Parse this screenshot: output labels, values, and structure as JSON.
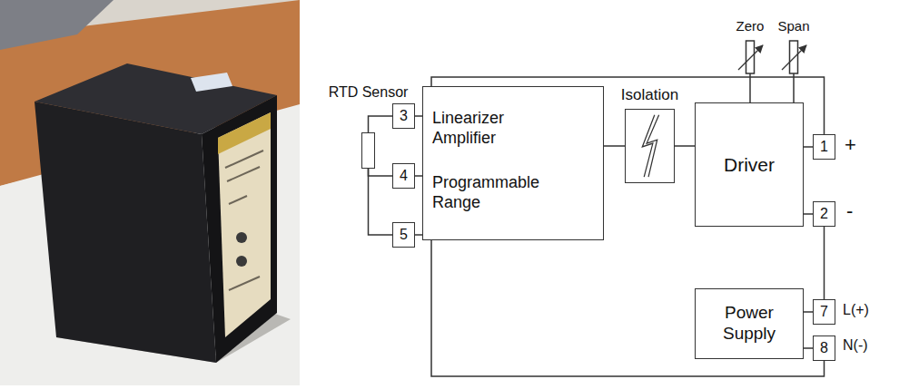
{
  "diagram": {
    "nodes": [
      {
        "text": [
          "RTD Sensor"
        ]
      },
      {
        "text": [
          "3"
        ]
      },
      {
        "text": [
          "4"
        ]
      },
      {
        "text": [
          "5"
        ]
      },
      {
        "text": [
          "Linearizer Amplifier",
          "Programmable Range"
        ]
      },
      {
        "text": [
          "Isolation"
        ]
      },
      {
        "text": [
          "Driver"
        ]
      },
      {
        "text": [
          "1"
        ]
      },
      {
        "text": [
          "2"
        ]
      },
      {
        "text": [
          "Power Supply"
        ]
      },
      {
        "text": [
          "7"
        ]
      },
      {
        "text": [
          "8"
        ]
      }
    ],
    "edges": [
      {
        "from": 0,
        "to": 1,
        "arrow": "none"
      },
      {
        "from": 0,
        "to": 2,
        "arrow": "none"
      },
      {
        "from": 0,
        "to": 3,
        "arrow": "none"
      },
      {
        "from": 1,
        "to": 4,
        "arrow": "none"
      },
      {
        "from": 2,
        "to": 4,
        "arrow": "none"
      },
      {
        "from": 3,
        "to": 4,
        "arrow": "none"
      },
      {
        "from": 4,
        "to": 5,
        "arrow": "none"
      },
      {
        "from": 5,
        "to": 6,
        "arrow": "none"
      },
      {
        "from": 6,
        "to": 7,
        "arrow": "none"
      },
      {
        "from": 6,
        "to": 8,
        "arrow": "none"
      },
      {
        "from": 4,
        "to": 7,
        "arrow": "none"
      },
      {
        "from": 8,
        "to": 10,
        "arrow": "none"
      },
      {
        "from": 11,
        "to": 4,
        "arrow": "none"
      },
      {
        "from": 9,
        "to": 10,
        "arrow": "none"
      },
      {
        "from": 9,
        "to": 11,
        "arrow": "none"
      }
    ],
    "labels": [
      "Zero",
      "Span",
      "+",
      "-",
      "L(+)",
      "N(-)"
    ]
  }
}
